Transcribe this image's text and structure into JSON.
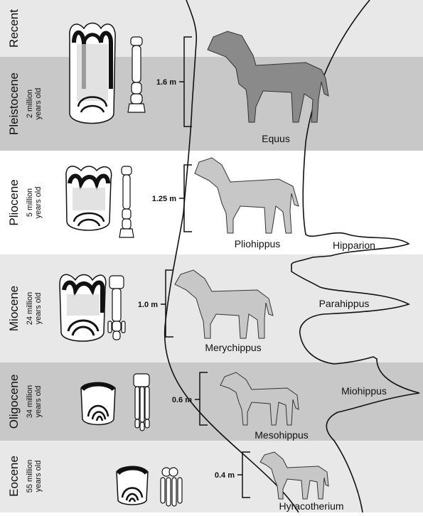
{
  "colors": {
    "band_light": "#e8e8e8",
    "band_dark": "#c8c8c8",
    "white_band": "#ffffff",
    "line": "#111111",
    "horse_fill": "#c7c7c7",
    "equus_fill": "#8a8a8a"
  },
  "epochs": [
    {
      "name": "Recent",
      "age_line1": "",
      "age_line2": ""
    },
    {
      "name": "Pleistocene",
      "age_line1": "2 million",
      "age_line2": "years old"
    },
    {
      "name": "Pliocene",
      "age_line1": "5 million",
      "age_line2": "years old"
    },
    {
      "name": "Miocene",
      "age_line1": "24 million",
      "age_line2": "years old"
    },
    {
      "name": "Oligocene",
      "age_line1": "34 million",
      "age_line2": "years old"
    },
    {
      "name": "Eocene",
      "age_line1": "55 million",
      "age_line2": "years old"
    }
  ],
  "heights": [
    "1.6 m",
    "1.25 m",
    "1.0 m",
    "0.6 m",
    "0.4 m"
  ],
  "genera": {
    "equus": "Equus",
    "pliohippus": "Pliohippus",
    "hipparion": "Hipparion",
    "merychippus": "Merychippus",
    "parahippus": "Parahippus",
    "mesohippus": "Mesohippus",
    "miohippus": "Miohippus",
    "hyracotherium": "Hyracotherium"
  }
}
